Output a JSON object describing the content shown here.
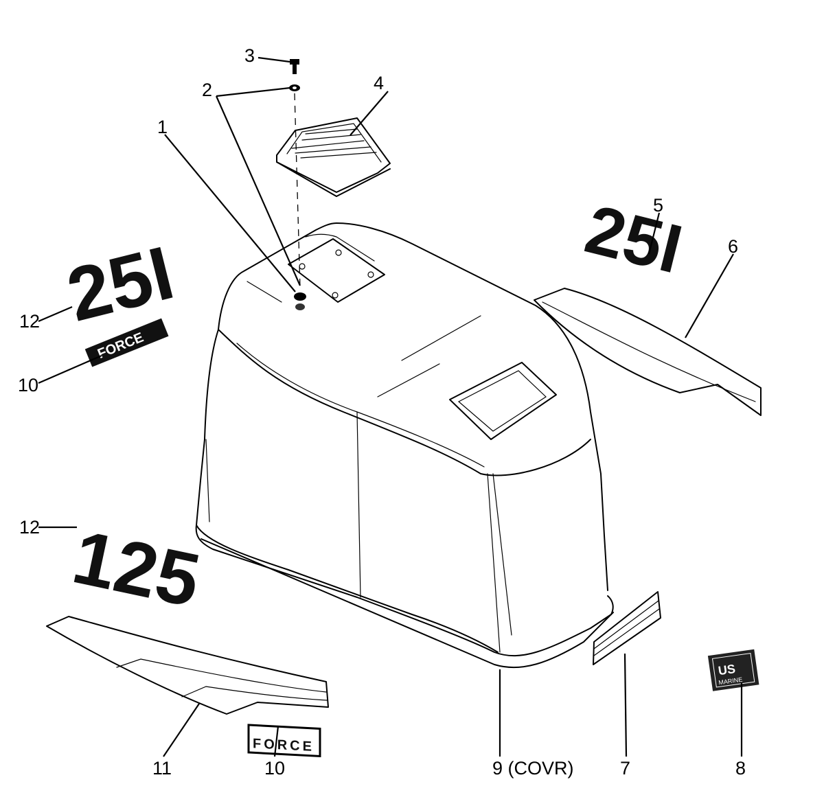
{
  "callouts": {
    "c1": "1",
    "c2": "2",
    "c3": "3",
    "c4": "4",
    "c5": "5",
    "c6": "6",
    "c7": "7",
    "c8": "8",
    "c9": "9 (COVR)",
    "c10a": "10",
    "c10b": "10",
    "c11": "11",
    "c12a": "12",
    "c12b": "12"
  },
  "decals": {
    "model_top_left": "25I",
    "model_top_right": "25I",
    "model_lower": "125",
    "brand_upper": "FORCE",
    "brand_lower": "FORCE",
    "us_badge_top": "US",
    "us_badge_bottom": "MARINE"
  },
  "colors": {
    "ink": "#000000",
    "paper": "#ffffff",
    "decal_fill": "#111111"
  }
}
